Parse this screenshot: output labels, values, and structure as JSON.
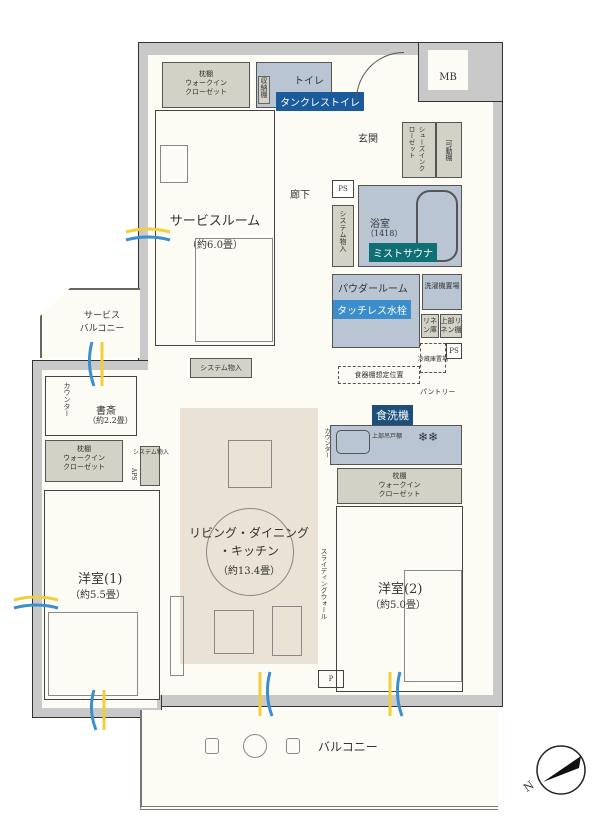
{
  "rooms": {
    "service_room": {
      "name": "サービスルーム",
      "size": "（約6.0畳）"
    },
    "ldk": {
      "name_line1": "リビング・ダイニング",
      "name_line2": "・キッチン",
      "size": "（約13.4畳）"
    },
    "western1": {
      "name": "洋室(1)",
      "size": "（約5.5畳）"
    },
    "western2": {
      "name": "洋室(2)",
      "size": "（約5.0畳）"
    },
    "study": {
      "name": "書斎",
      "size": "（約2.2畳）"
    },
    "bath": {
      "name": "浴室",
      "size": "（1418）"
    },
    "powder": {
      "name": "パウダールーム"
    },
    "toilet": {
      "name": "トイレ"
    },
    "entrance": {
      "name": "玄関"
    },
    "hallway": {
      "name": "廊下"
    },
    "balcony": {
      "name": "バルコニー"
    },
    "service_balcony": {
      "line1": "サービス",
      "line2": "バルコニー"
    }
  },
  "fixtures": {
    "wic_top": {
      "shelf": "枕棚",
      "line1": "ウォークイン",
      "line2": "クローゼット"
    },
    "wic_left": {
      "shelf": "枕棚",
      "line1": "ウォークイン",
      "line2": "クローゼット"
    },
    "wic_right": {
      "shelf": "枕棚",
      "line1": "ウォークイン",
      "line2": "クローゼット"
    },
    "shoes_closet": "シューズインクローゼット",
    "movable_shelf": "可動棚",
    "toilet_shelf": "収納棚",
    "system_storage_hall": "システム物入",
    "system_storage_mid": "システム物入",
    "system_storage_left": "システム物入",
    "mb": "MB",
    "ps1": "PS",
    "ps2": "PS",
    "aps": "APS",
    "washer": "洗濯機置場",
    "linen": "リネン庫",
    "upper_linen": "上部リネン棚",
    "fridge": "冷蔵庫置場",
    "cupboard": "食器棚想定位置",
    "pantry": "パントリー",
    "counter_study": "カウンター",
    "counter_kitchen": "カウンター",
    "hanging_cabinet": "上部吊戸棚",
    "sliding_wall": "スライディングウォール",
    "p": "P"
  },
  "feature_labels": {
    "tankless_toilet": {
      "text": "タンクレストイレ",
      "color": "#1b5b9c"
    },
    "mist_sauna": {
      "text": "ミストサウナ",
      "color": "#106f75"
    },
    "touchless_faucet": {
      "text": "タッチレス水栓",
      "color": "#3b8dcc"
    },
    "dishwasher": {
      "text": "食洗機",
      "color": "#1d4f7b"
    }
  },
  "compass": {
    "label": "N"
  },
  "colors": {
    "floor": "#fdfcf4",
    "wall": "#c9c9c9",
    "closet": "#d2d2c6",
    "wet_area": "#b9c5d3",
    "ldk": "#e9e2d5",
    "wind_blue": "#3b8fcf",
    "wind_yellow": "#f2cf3a"
  }
}
